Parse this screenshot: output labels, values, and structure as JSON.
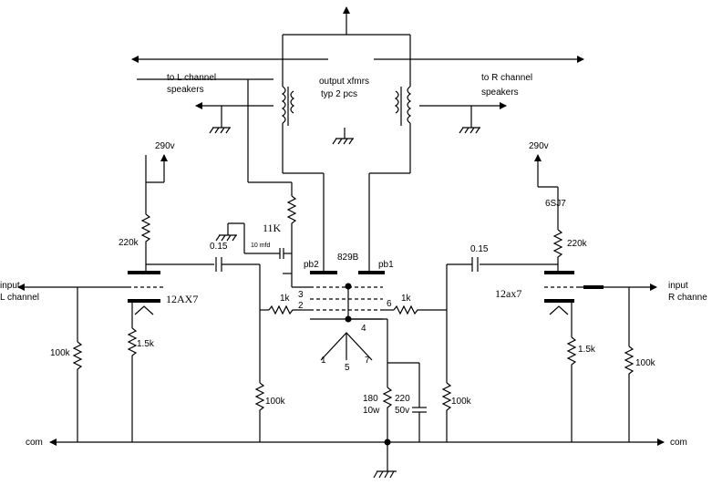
{
  "labels": {
    "to_l_channel_1": "to L channel",
    "to_l_channel_2": "speakers",
    "to_r_channel_1": "to R channel",
    "to_r_channel_2": "speakers",
    "output_xfmrs_1": "output xfmrs",
    "output_xfmrs_2": "typ 2 pcs",
    "v290_left": "290v",
    "v290_right": "290v",
    "tube_6sj7": "6SJ7",
    "r_11k": "11K",
    "c_10mfd": "10 mfd",
    "r_220k_left": "220k",
    "r_220k_right": "220k",
    "c_015_left": "0.15",
    "c_015_right": "0.15",
    "tube_829b": "829B",
    "pb2": "pb2",
    "pb1": "pb1",
    "pin3": "3",
    "pin2": "2",
    "pin6": "6",
    "pin4": "4",
    "pin1": "1",
    "pin5": "5",
    "pin7": "7",
    "r_1k_left": "1k",
    "r_1k_right": "1k",
    "input_l_1": "input",
    "input_l_2": "L channel",
    "input_r_1": "input",
    "input_r_2": "R channe",
    "tube_12ax7_left": "12AX7",
    "tube_12ax7_right": "12ax7",
    "r_100k_left": "100k",
    "r_100k_right": "100k",
    "r_100k_mid_left": "100k",
    "r_100k_mid_right": "100k",
    "r_15k_left": "1.5k",
    "r_15k_right": "1.5k",
    "r_180": "180",
    "r_10w": "10w",
    "c_220": "220",
    "c_50v": "50v",
    "com_left": "com",
    "com_right": "com"
  }
}
